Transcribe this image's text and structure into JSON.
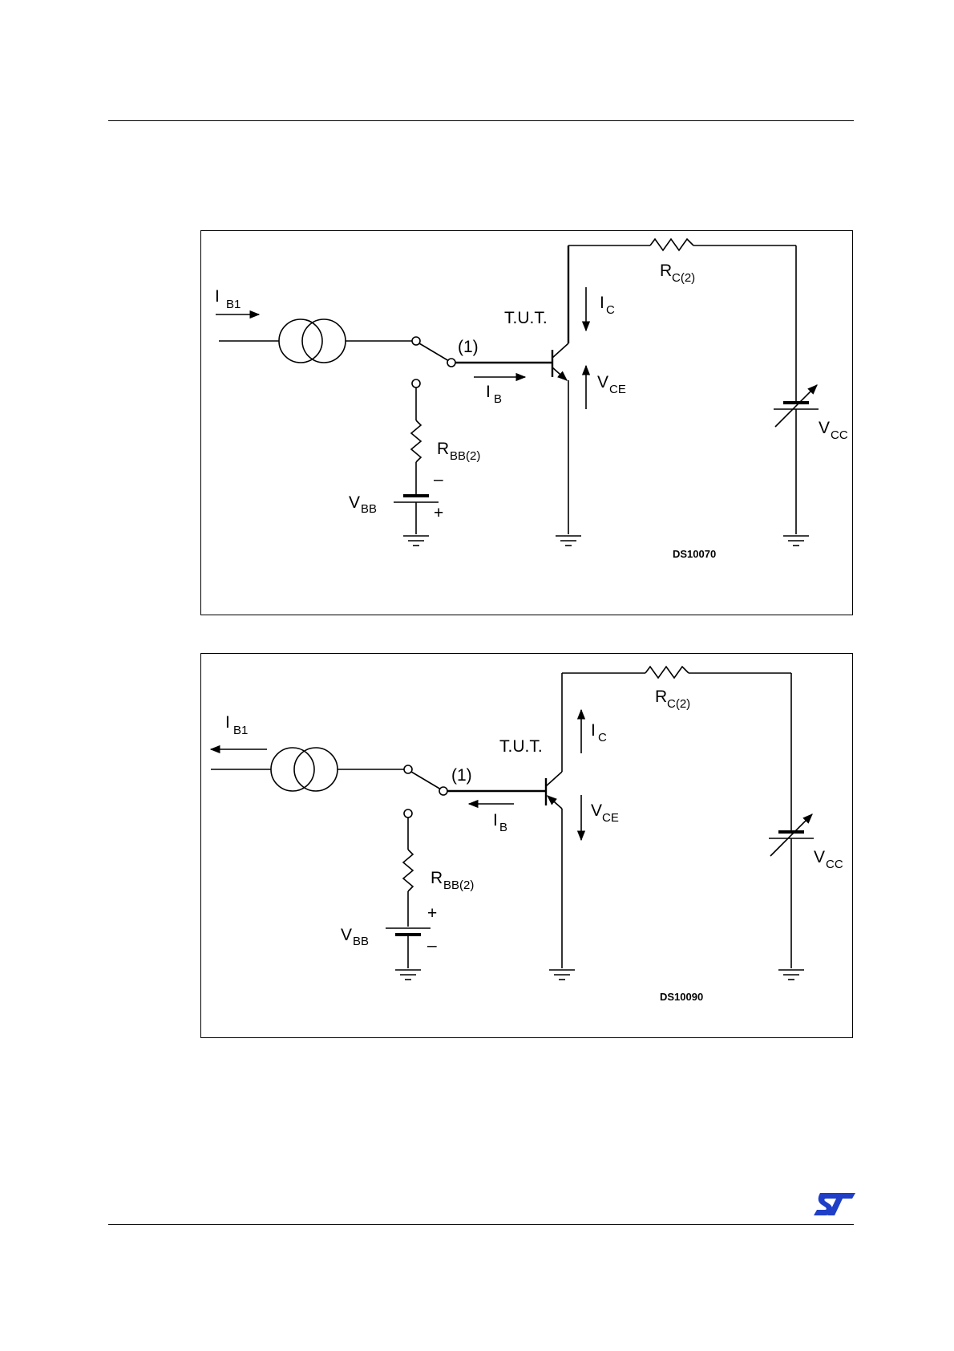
{
  "figures": [
    {
      "id": "fig-a",
      "labels": {
        "ib1_main": "I",
        "ib1_sub": "B1",
        "switch_pos": "(1)",
        "ib_main": "I",
        "ib_sub": "B",
        "rbb_main": "R",
        "rbb_sub": "BB(2)",
        "vbb_main": "V",
        "vbb_sub": "BB",
        "pol_top": "–",
        "pol_bottom": "+",
        "tut": "T.U.T.",
        "ic_main": "I",
        "ic_sub": "C",
        "vce_main": "V",
        "vce_sub": "CE",
        "rc_main": "R",
        "rc_sub": "C(2)",
        "vcc_main": "V",
        "vcc_sub": "CC",
        "code": "DS10070"
      }
    },
    {
      "id": "fig-b",
      "labels": {
        "ib1_main": "I",
        "ib1_sub": "B1",
        "switch_pos": "(1)",
        "ib_main": "I",
        "ib_sub": "B",
        "rbb_main": "R",
        "rbb_sub": "BB(2)",
        "vbb_main": "V",
        "vbb_sub": "BB",
        "pol_top": "+",
        "pol_bottom": "–",
        "tut": "T.U.T.",
        "ic_main": "I",
        "ic_sub": "C",
        "vce_main": "V",
        "vce_sub": "CE",
        "rc_main": "R",
        "rc_sub": "C(2)",
        "vcc_main": "V",
        "vcc_sub": "CC",
        "code": "DS10090"
      }
    }
  ],
  "logo": {
    "text": "ST",
    "color": "#1f3fc8"
  }
}
